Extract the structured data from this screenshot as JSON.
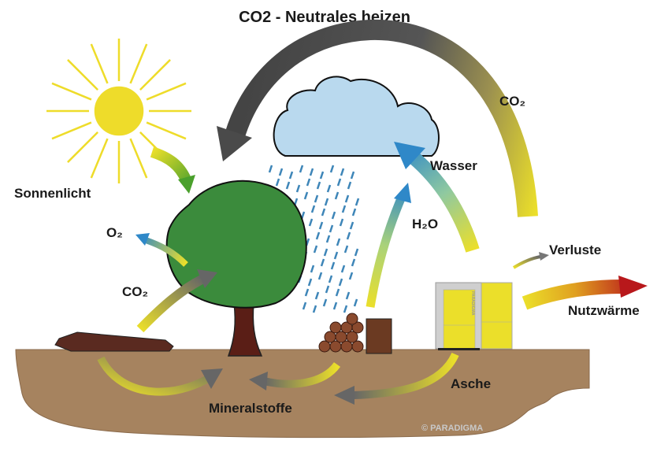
{
  "title": "CO2 - Neutrales heizen",
  "labels": {
    "sunlight": "Sonnenlicht",
    "oxygen": "O₂",
    "co2_tree": "CO₂",
    "co2_top": "CO₂",
    "water": "Wasser",
    "h2o": "H₂O",
    "losses": "Verluste",
    "useful_heat": "Nutzwärme",
    "ash": "Asche",
    "minerals": "Mineralstoffe"
  },
  "boiler_brand": "PARADIGMA",
  "copyright": "© PARADIGMA",
  "colors": {
    "ground": "#a6835f",
    "sun": "#eedc2a",
    "tree": "#3b8b3c",
    "cloud": "#b9d9ee",
    "rain": "#3e86b8",
    "heat": "#b8181b",
    "arrow_gray": "#555555",
    "arrow_yellow": "#e8dc2a"
  }
}
